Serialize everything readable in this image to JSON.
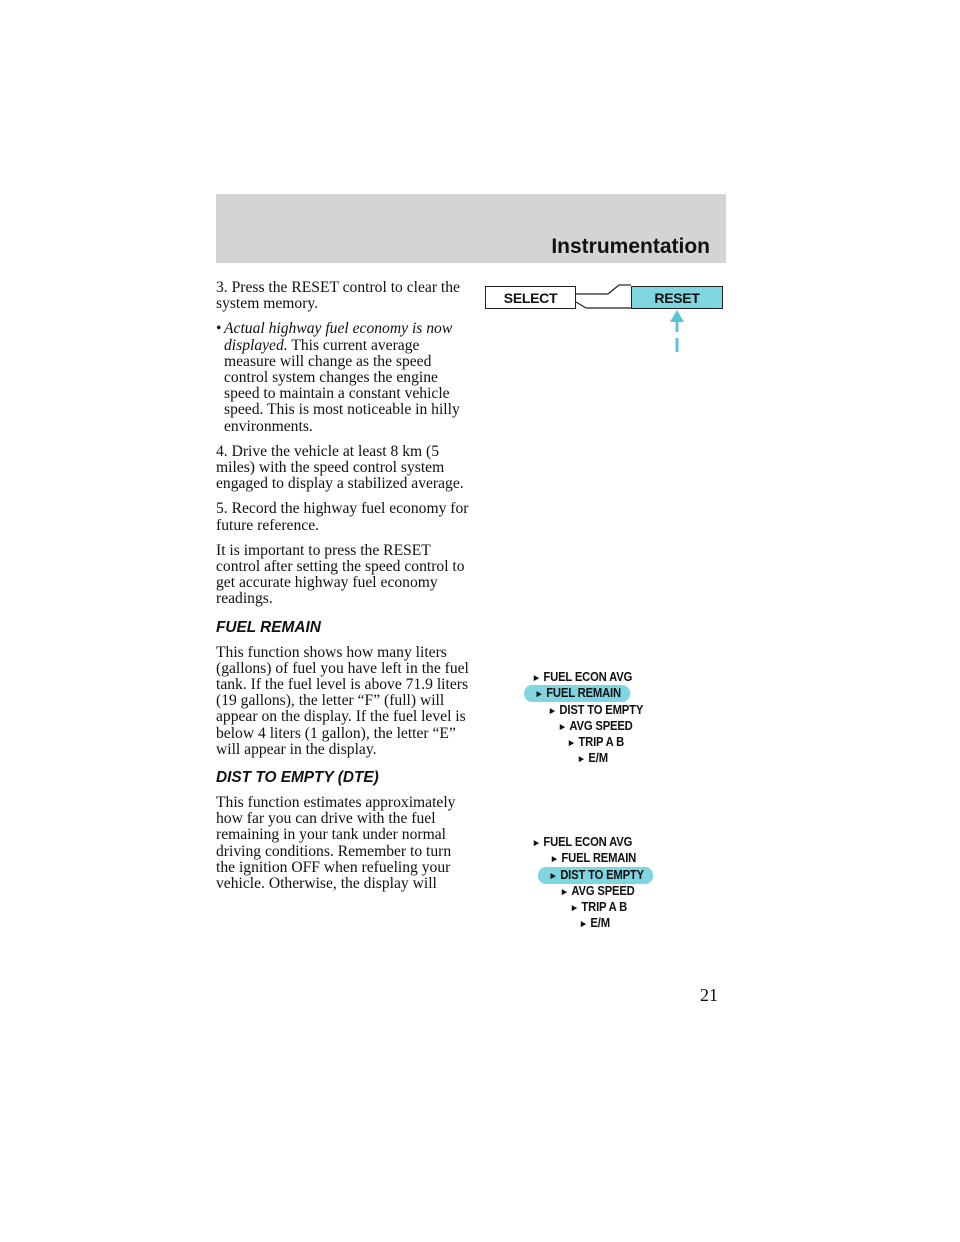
{
  "header": {
    "title": "Instrumentation"
  },
  "body": {
    "step3": "3. Press the RESET control to clear the system memory.",
    "bullet_symbol": "•",
    "bullet_italic": "Actual highway fuel economy is now displayed.",
    "bullet_text": " This current average measure will change as the speed control system changes the engine speed to maintain a constant vehicle speed. This is most noticeable in hilly environments.",
    "step4": "4. Drive the vehicle at least 8 km (5 miles) with the speed control system engaged to display a stabilized average.",
    "step5": "5. Record the highway fuel economy for future reference.",
    "important": "It is important to press the RESET control after setting the speed control to get accurate highway fuel economy readings."
  },
  "sections": [
    {
      "heading": "FUEL REMAIN",
      "text": "This function shows how many liters (gallons) of fuel you have left in the fuel tank. If the fuel level is above 71.9 liters (19 gallons), the letter “F” (full) will appear on the display. If the fuel level is below 4 liters (1 gallon), the letter “E” will appear in the display."
    },
    {
      "heading": "DIST TO EMPTY (DTE)",
      "text": "This function estimates approximately how far you can drive with the fuel remaining in your tank under normal driving conditions. Remember to turn the ignition OFF when refueling your vehicle. Otherwise, the display will"
    }
  ],
  "controls": {
    "select_label": "SELECT",
    "reset_label": "RESET",
    "highlight_color": "#7fd6e0"
  },
  "menu_arrow": "►",
  "menus": [
    {
      "highlighted": "FUEL REMAIN",
      "items": [
        "FUEL ECON AVG",
        "FUEL REMAIN",
        "DIST TO EMPTY",
        "AVG SPEED",
        "TRIP A B",
        "E/M"
      ]
    },
    {
      "highlighted": "DIST TO EMPTY",
      "items": [
        "FUEL ECON AVG",
        "FUEL REMAIN",
        "DIST TO EMPTY",
        "AVG SPEED",
        "TRIP A B",
        "E/M"
      ]
    }
  ],
  "page_number": "21"
}
